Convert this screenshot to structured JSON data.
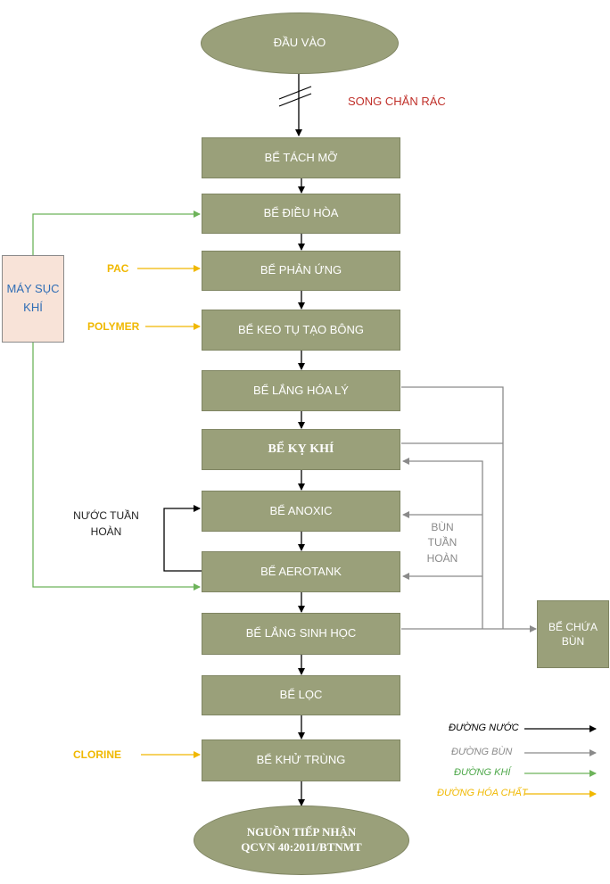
{
  "nodes": {
    "input": "ĐẦU VÀO",
    "screen_label": "SONG CHẮN RÁC",
    "grease_trap": "BỂ TÁCH MỠ",
    "equalization": "BỂ ĐIỀU HÒA",
    "reaction": "BỂ PHẢN ỨNG",
    "flocculation": "BỂ KEO TỤ TẠO BÔNG",
    "chem_settling": "BỂ LẮNG HÓA LÝ",
    "anaerobic": "BỂ KỴ KHÍ",
    "anoxic": "BỂ ANOXIC",
    "aerotank": "BỂ AEROTANK",
    "bio_settling": "BỂ LẮNG SINH HỌC",
    "filter": "BỂ LỌC",
    "disinfection": "BỂ KHỬ TRÙNG",
    "output_line1": "NGUỒN TIẾP NHẬN",
    "output_line2": "QCVN 40:2011/BTNMT",
    "blower_line1": "MÁY SỤC",
    "blower_line2": "KHÍ",
    "sludge_tank_line1": "BỂ CHỨA",
    "sludge_tank_line2": "BÙN"
  },
  "labels": {
    "pac": "PAC",
    "polymer": "POLYMER",
    "clorine": "CLORINE",
    "recirc_water_line1": "NƯỚC TUẦN",
    "recirc_water_line2": "HOÀN",
    "recirc_sludge_line1": "BÙN",
    "recirc_sludge_line2": "TUẦN",
    "recirc_sludge_line3": "HOÀN"
  },
  "legend": [
    {
      "label": "ĐƯỜNG NƯỚC",
      "color": "#000000"
    },
    {
      "label": "ĐƯỜNG BÙN",
      "color": "#8a8a8a"
    },
    {
      "label": "ĐƯỜNG KHÍ",
      "color": "#6db35a"
    },
    {
      "label": "ĐƯỜNG HÓA CHẤT",
      "color": "#f0b800"
    }
  ],
  "colors": {
    "process_box": "#9aa07a",
    "water_line": "#000000",
    "sludge_line": "#8a8a8a",
    "air_line": "#6db35a",
    "chemical_line": "#f0b800",
    "blower_fill": "#f8e3d8",
    "blower_text": "#2f6db5",
    "screen_text": "#c0302a"
  }
}
